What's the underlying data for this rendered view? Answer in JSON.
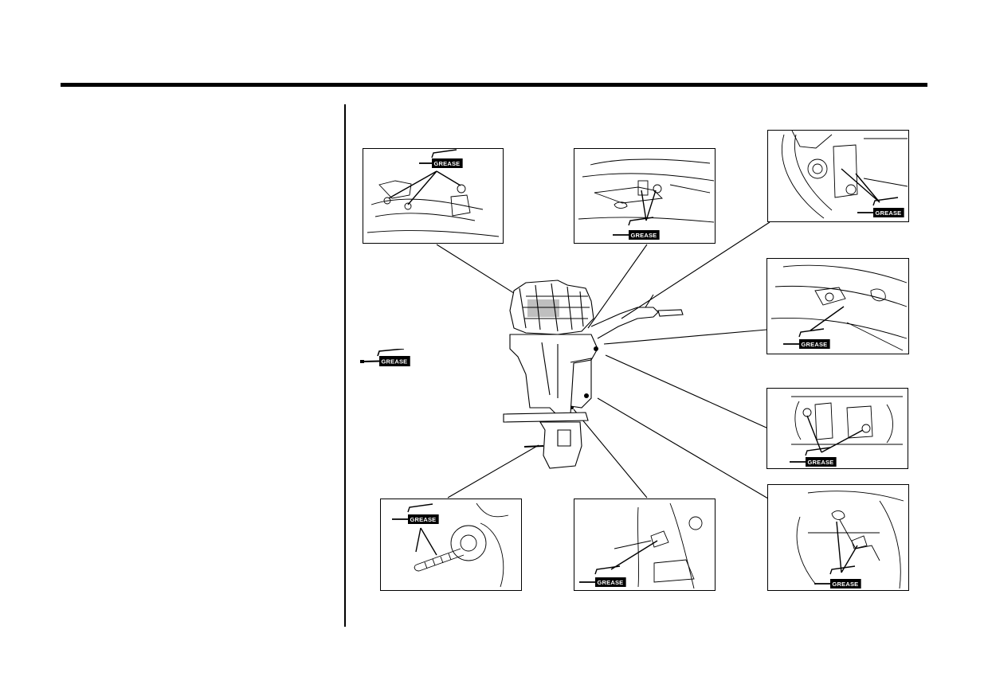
{
  "grease_symbol": {
    "label": "GREASE"
  },
  "insets": [
    {
      "id": "tiller-linkage",
      "label": "GREASE"
    },
    {
      "id": "throttle-pivot",
      "label": "GREASE"
    },
    {
      "id": "swivel-bracket-upper",
      "label": "GREASE"
    },
    {
      "id": "steering-friction",
      "label": "GREASE"
    },
    {
      "id": "tilt-tube",
      "label": "GREASE"
    },
    {
      "id": "drive-shaft-splines",
      "label": "GREASE"
    },
    {
      "id": "shift-linkage",
      "label": "GREASE"
    },
    {
      "id": "tilt-lock-lever",
      "label": "GREASE"
    }
  ],
  "colors": {
    "ink": "#000000",
    "paper": "#ffffff"
  }
}
